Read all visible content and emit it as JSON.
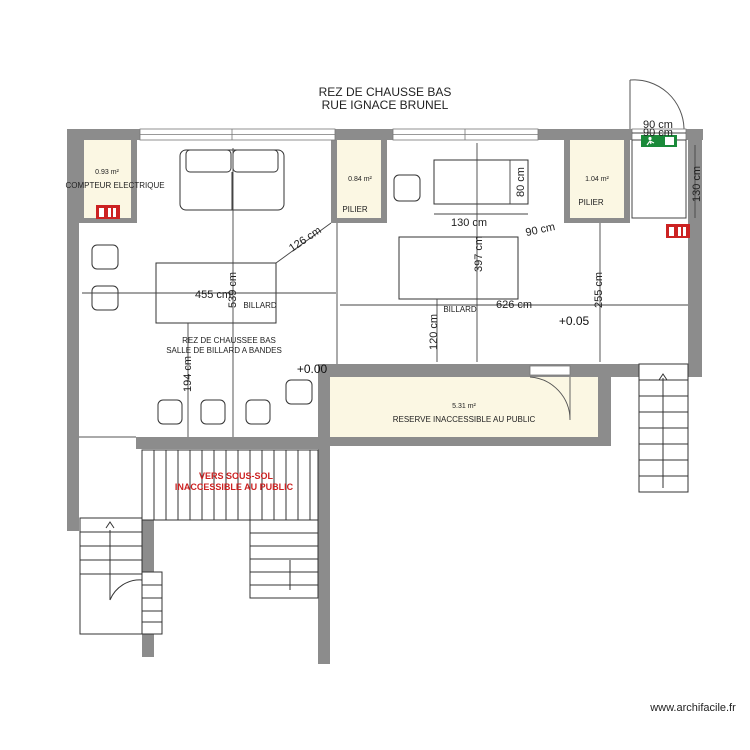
{
  "title": {
    "line1": "REZ DE CHAUSSE BAS",
    "line2": "RUE IGNACE BRUNEL"
  },
  "rooms": {
    "compteur": {
      "area": "0.93 m²",
      "label": "COMPTEUR ELECTRIQUE"
    },
    "pilier_left": {
      "area": "0.84 m²",
      "label": "PILIER"
    },
    "pilier_right": {
      "area": "1.04 m²",
      "label": "PILIER"
    },
    "billiard_room": {
      "label1": "REZ DE CHAUSSEE BAS",
      "label2": "SALLE DE BILLARD A BANDES"
    },
    "reserve": {
      "area": "5.31 m²",
      "label": "RESERVE INACCESSIBLE AU PUBLIC"
    },
    "stairs_down": {
      "label1": "VERS SOUS-SOL",
      "label2": "INACCESSIBLE AU PUBLIC"
    }
  },
  "tables": {
    "left": "BILLARD",
    "right": "BILLARD"
  },
  "dimensions": {
    "d90_top": "90 cm",
    "d90_top2": "90 cm",
    "d130_vert": "130 cm",
    "d80": "80 cm",
    "d130_horiz": "130 cm",
    "d126": "126 cm",
    "d90_diag": "90 cm",
    "d397": "397 cm",
    "d539": "539 cm",
    "d455": "455 cm",
    "d626": "626 cm",
    "d255": "255 cm",
    "d120": "120 cm",
    "d194": "194 cm"
  },
  "levels": {
    "plus005": "+0.05",
    "plus000": "+0.00"
  },
  "watermark": "www.archifacile.fr",
  "colors": {
    "wall": "#8c8c8c",
    "small_room_fill": "#fbf7e3",
    "warning_red": "#cc2222",
    "exit_green": "#1a8a3a"
  },
  "icons": [
    "fire-extinguisher-icon",
    "emergency-exit-icon",
    "door-swing-icon",
    "stair-arrow-icon"
  ]
}
